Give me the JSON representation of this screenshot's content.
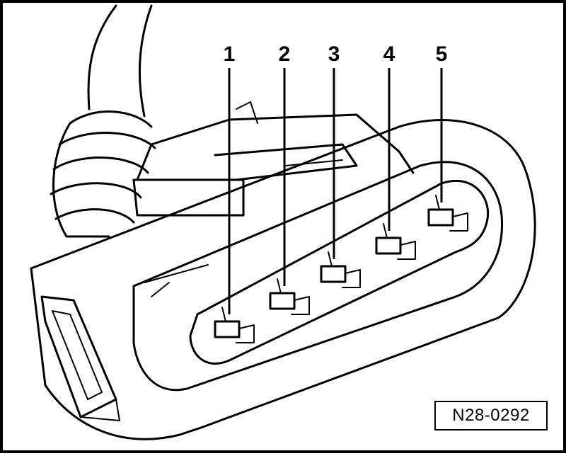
{
  "figure": {
    "pins": [
      {
        "label": "1"
      },
      {
        "label": "2"
      },
      {
        "label": "3"
      },
      {
        "label": "4"
      },
      {
        "label": "5"
      }
    ],
    "reference_code": "N28-0292"
  }
}
